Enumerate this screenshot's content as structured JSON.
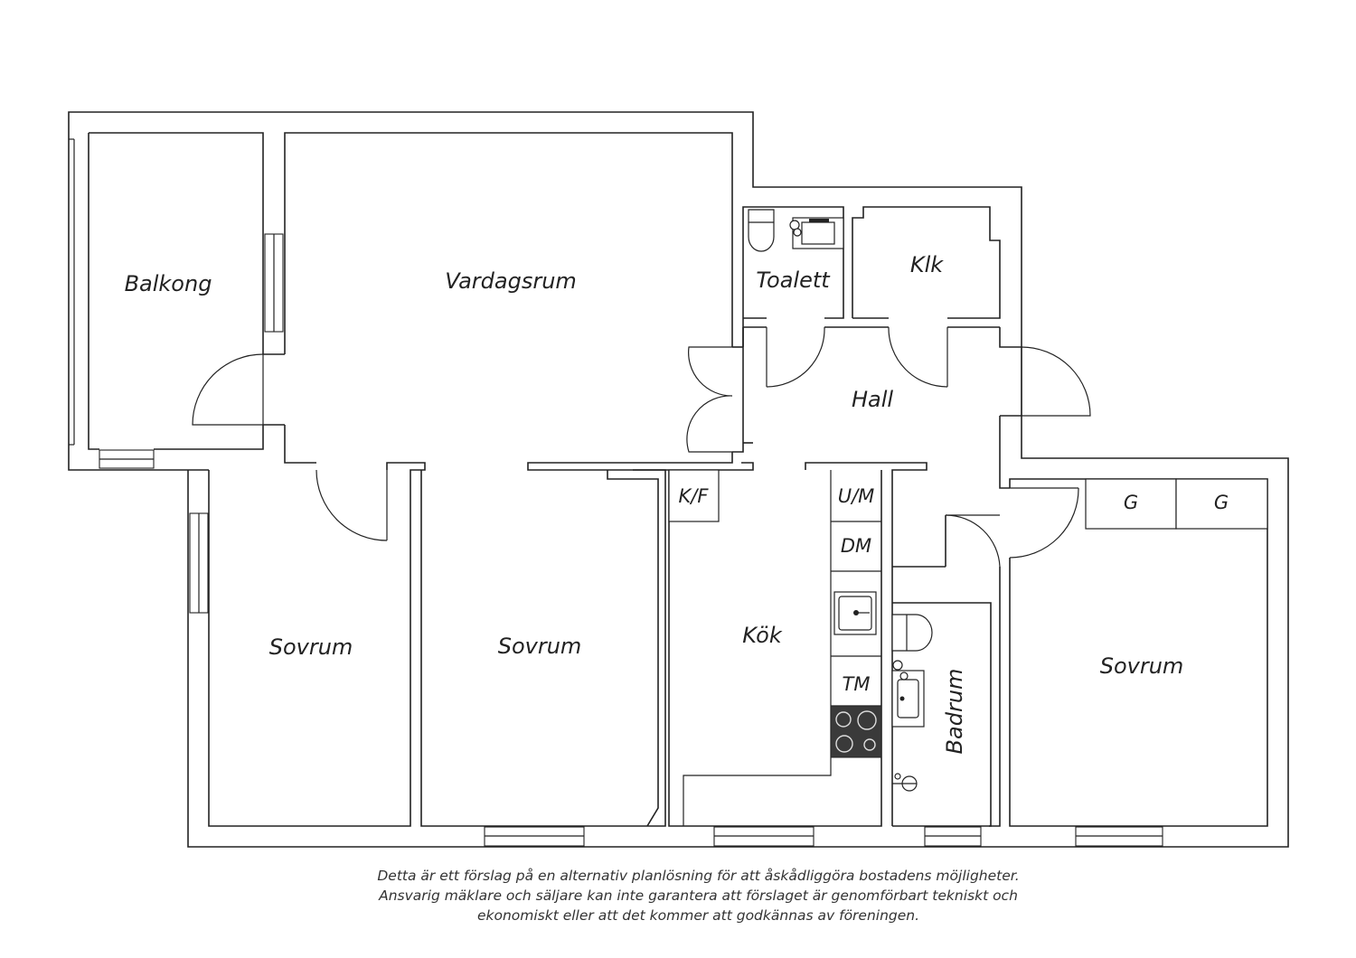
{
  "rooms": {
    "balkong": "Balkong",
    "vardagsrum": "Vardagsrum",
    "toalett": "Toalett",
    "klk": "Klk",
    "hall": "Hall",
    "sovrum_1": "Sovrum",
    "sovrum_2": "Sovrum",
    "sovrum_3": "Sovrum",
    "kok": "Kök",
    "badrum": "Badrum"
  },
  "fixtures": {
    "kf": "K/F",
    "um": "U/M",
    "dm": "DM",
    "tm": "TM",
    "g1": "G",
    "g2": "G"
  },
  "disclaimer": {
    "line1": "Detta är ett förslag på en alternativ planlösning för att åskådliggöra bostadens möjligheter.",
    "line2": "Ansvarig mäklare och säljare kan inte garantera att förslaget är genomförbart tekniskt och",
    "line3": "ekonomiskt eller att det kommer att godkännas av föreningen."
  }
}
